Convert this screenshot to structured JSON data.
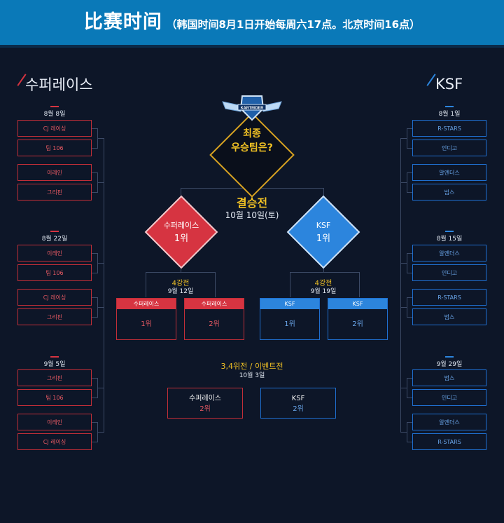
{
  "header": {
    "title": "比赛时间",
    "subtitle": "（韩国时间8月1日开始每周六17点。北京时间16点）"
  },
  "left": {
    "name": "수퍼레이스",
    "groups": [
      {
        "date": "8월 8일",
        "teams": [
          "CJ 레이싱",
          "팀 106",
          "이레인",
          "그리핀"
        ]
      },
      {
        "date": "8월 22일",
        "teams": [
          "이레인",
          "팀 106",
          "CJ 레이싱",
          "그리핀"
        ]
      },
      {
        "date": "9월 5일",
        "teams": [
          "그리핀",
          "팀 106",
          "이레인",
          "CJ 레이싱"
        ]
      }
    ]
  },
  "right": {
    "name": "KSF",
    "groups": [
      {
        "date": "8월 1일",
        "teams": [
          "R-STARS",
          "인디고",
          "알엔더스",
          "범스"
        ]
      },
      {
        "date": "8월 15일",
        "teams": [
          "알엔더스",
          "인디고",
          "R-STARS",
          "범스"
        ]
      },
      {
        "date": "9월 29일",
        "teams": [
          "범스",
          "인디고",
          "알엔더스",
          "R-STARS"
        ]
      }
    ]
  },
  "champion": {
    "line1": "최종",
    "line2": "우승팀은?",
    "logo_text": "KARTRIDER"
  },
  "final": {
    "title": "결승전",
    "date": "10월 10일(토)",
    "left": {
      "name": "수퍼레이스",
      "rank": "1위"
    },
    "right": {
      "name": "KSF",
      "rank": "1위"
    }
  },
  "semi_left": {
    "title": "4강전",
    "date": "9월 12일",
    "cards": [
      {
        "name": "수퍼레이스",
        "rank": "1위"
      },
      {
        "name": "수퍼레이스",
        "rank": "2위"
      }
    ]
  },
  "semi_right": {
    "title": "4강전",
    "date": "9월 19일",
    "cards": [
      {
        "name": "KSF",
        "rank": "1위"
      },
      {
        "name": "KSF",
        "rank": "2위"
      }
    ]
  },
  "third": {
    "title": "3,4위전 / 이벤트전",
    "date": "10월 3일",
    "left": {
      "name": "수퍼레이스",
      "rank": "2위"
    },
    "right": {
      "name": "KSF",
      "rank": "2위"
    }
  },
  "colors": {
    "red": "#d63441",
    "blue": "#2c85dd",
    "gold": "#f2c224",
    "header": "#0a79b8",
    "bg": "#0d1628"
  }
}
